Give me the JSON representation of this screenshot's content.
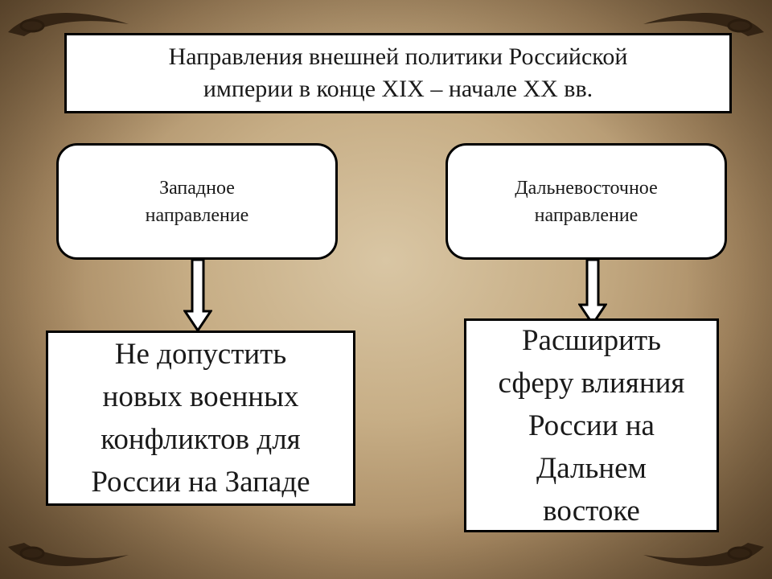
{
  "title": {
    "line1": "Направления внешней политики Российской",
    "line2": "империи в конце XIX – начале XX вв."
  },
  "directions": [
    {
      "label": "Западное\nнаправление"
    },
    {
      "label": "Дальневосточное\nнаправление"
    }
  ],
  "goals": [
    {
      "text": "Не допустить\nновых военных\nконфликтов для\nРоссии на Западе"
    },
    {
      "text": "Расширить\nсферу влияния\nРоссии на\nДальнем\nвостоке"
    }
  ],
  "colors": {
    "box_fill": "#ffffff",
    "box_border": "#000000",
    "background": "#c7ae86"
  }
}
